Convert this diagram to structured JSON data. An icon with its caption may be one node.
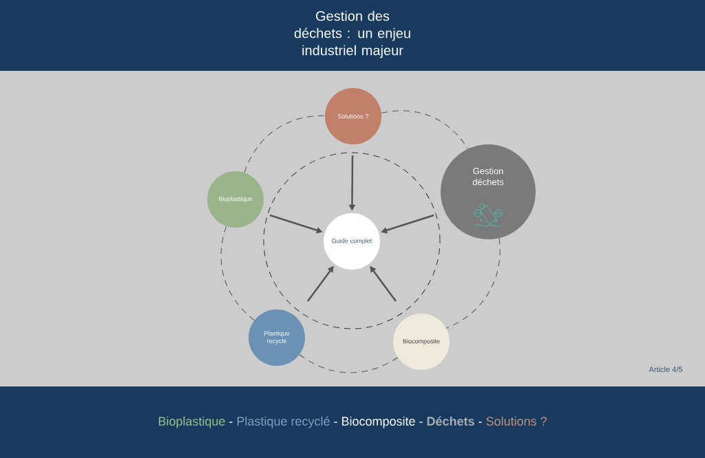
{
  "diagram": {
    "title": "Gestion des déchets : un enjeu industriel majeur",
    "nodes": [
      {
        "text": [
          "Solutions ?"
        ]
      },
      {
        "text": [
          "Bioplastique"
        ]
      },
      {
        "text": [
          "Gestion déchets"
        ]
      },
      {
        "text": [
          "Guide complet"
        ]
      },
      {
        "text": [
          "Plastique recyclé"
        ]
      },
      {
        "text": [
          "Biocomposite"
        ]
      }
    ],
    "edges": [
      {
        "from": 0,
        "to": 2,
        "arrow": "none",
        "style": "dashed"
      },
      {
        "from": 2,
        "to": 5,
        "arrow": "none",
        "style": "dashed"
      },
      {
        "from": 5,
        "to": 4,
        "arrow": "none",
        "style": "dashed"
      },
      {
        "from": 4,
        "to": 1,
        "arrow": "none",
        "style": "dashed"
      },
      {
        "from": 1,
        "to": 0,
        "arrow": "none",
        "style": "dashed"
      },
      {
        "from": null,
        "to": 3,
        "arrow": "to"
      },
      {
        "from": null,
        "to": 3,
        "arrow": "to"
      },
      {
        "from": null,
        "to": 3,
        "arrow": "to"
      },
      {
        "from": null,
        "to": 3,
        "arrow": "to"
      },
      {
        "from": null,
        "to": 3,
        "arrow": "to"
      }
    ],
    "labels": [
      "Article 4/5",
      "Bioplastique",
      "-",
      "Plastique recyclé",
      "-",
      "Biocomposite",
      "-",
      "Déchets",
      "-",
      "Solutions ?"
    ]
  }
}
